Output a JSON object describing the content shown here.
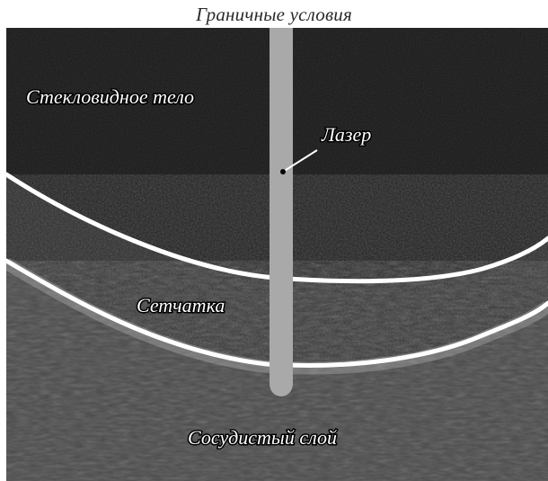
{
  "title": "Граничные условия",
  "labels": {
    "vitreous": "Стекловидное тело",
    "laser": "Лазер",
    "retina": "Сетчатка",
    "choroid": "Сосудистый слой"
  },
  "colors": {
    "vitreous": "#151515",
    "retina": "#2f2f2f",
    "choroid": "#4a4a4a",
    "boundary": "#ffffff",
    "laser": "#a9a9a9",
    "label_text": "#ffffff",
    "label_outline": "#000000"
  }
}
